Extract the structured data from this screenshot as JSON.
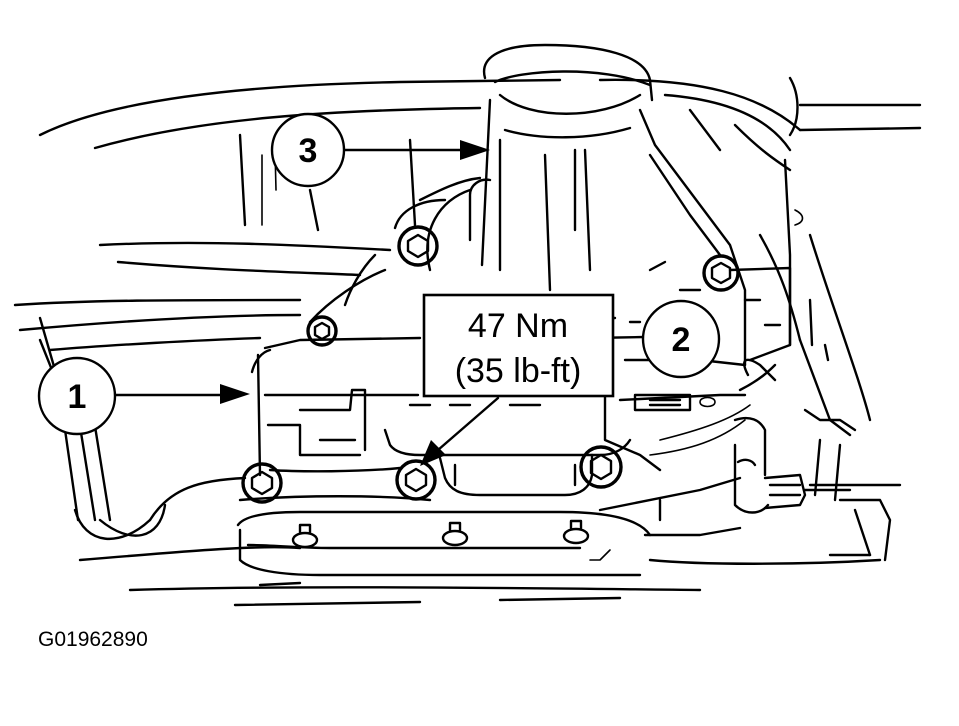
{
  "callouts": [
    {
      "number": "1"
    },
    {
      "number": "2"
    },
    {
      "number": "3"
    }
  ],
  "torque": {
    "metric": "47 Nm",
    "imperial": "(35 lb-ft)"
  },
  "figure_id": "G01962890"
}
